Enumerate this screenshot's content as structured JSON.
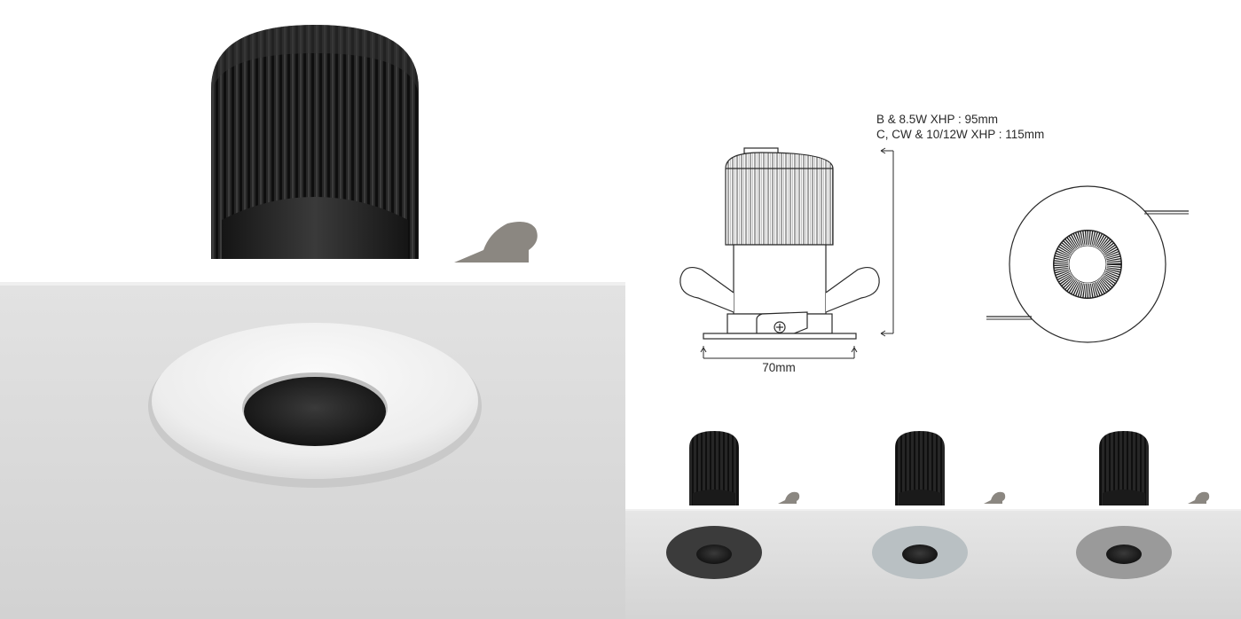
{
  "drawing": {
    "height_line_1": "B & 8.5W XHP : 95mm",
    "height_line_2": "C, CW & 10/12W XHP : 115mm",
    "width_label": "70mm"
  },
  "variants": [
    {
      "finish_color": "#3b3b3b"
    },
    {
      "finish_color": "#b9c0c3"
    },
    {
      "finish_color": "#9a9a9a"
    }
  ]
}
